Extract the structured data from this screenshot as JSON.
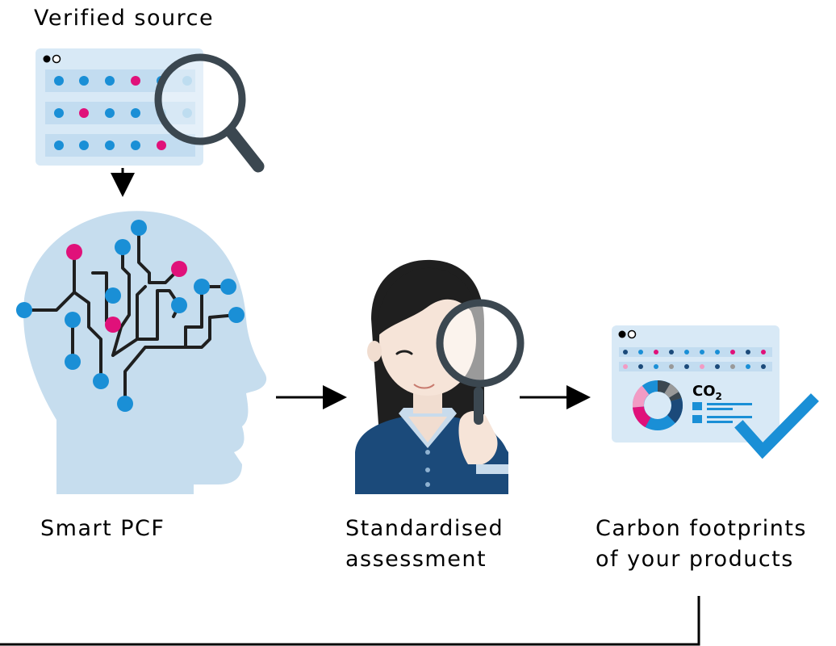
{
  "labels": {
    "verified_source": "Verified source",
    "smart_pcf": "Smart PCF",
    "standardised_line1": "Standardised",
    "standardised_line2": "assessment",
    "carbon_line1": "Carbon footprints",
    "carbon_line2": "of your products"
  },
  "report": {
    "co2_base": "CO",
    "co2_sub": "2"
  },
  "colors": {
    "blue": "#1a8fd6",
    "magenta": "#e0117a",
    "light_panel": "#d8e9f6",
    "panel_row": "#c2dcf0",
    "head": "#c6ddee",
    "navy": "#1b4a7a",
    "dark_grey": "#3b4750",
    "check": "#1a8fd6"
  }
}
